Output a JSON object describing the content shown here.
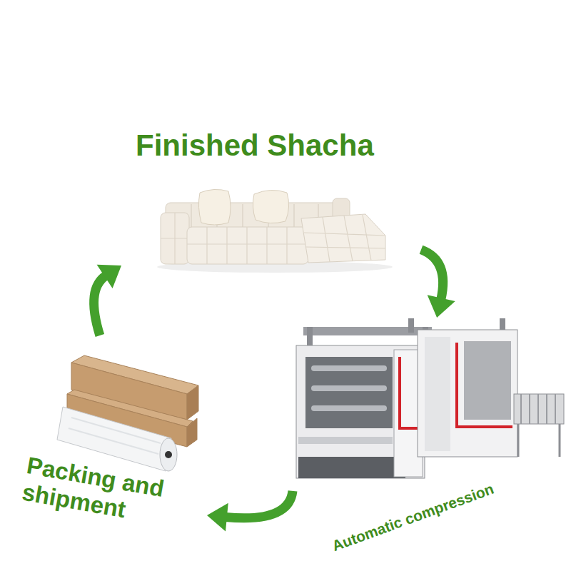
{
  "diagram": {
    "nodes": [
      {
        "text": [
          "Finished Shacha"
        ]
      },
      {
        "text": [
          "Automatic compression"
        ]
      },
      {
        "text": [
          "Packing and shipment"
        ]
      }
    ],
    "edges": [
      {
        "from": 0,
        "to": 1,
        "arrow": "to"
      },
      {
        "from": 1,
        "to": 2,
        "arrow": "to"
      },
      {
        "from": 2,
        "to": 0,
        "arrow": "to"
      }
    ]
  }
}
